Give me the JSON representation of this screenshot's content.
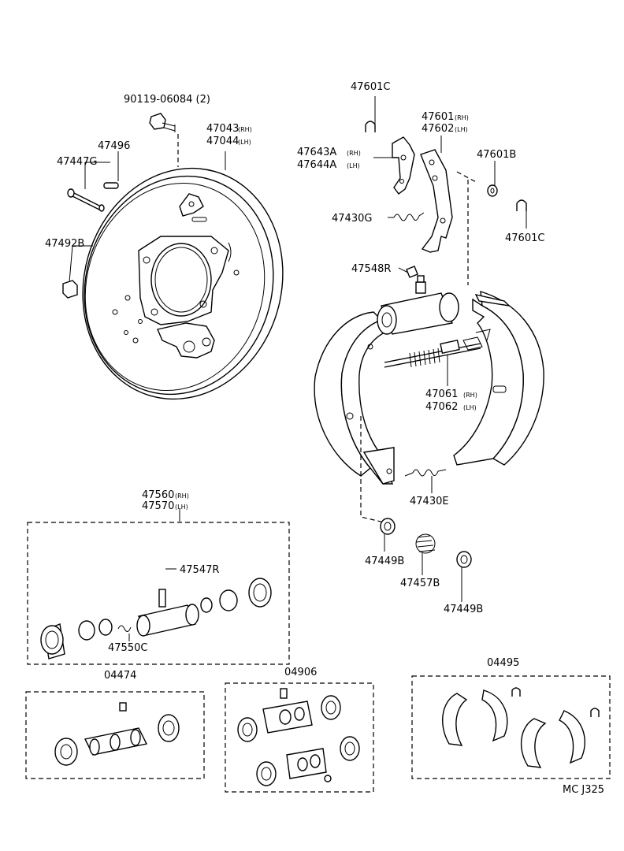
{
  "labels": {
    "bolt": "90119-06084 (2)",
    "backing_plate_main": "47043",
    "backing_plate_main_side": "(RH)",
    "backing_plate_alt": "47044",
    "backing_plate_alt_side": "(LH)",
    "pin_47496": "47496",
    "pin_47447g": "47447G",
    "plug_47492b": "47492B",
    "clip_top": "47601C",
    "lever_rh": "47601",
    "lever_rh_side": "(RH)",
    "lever_lh": "47602",
    "lever_lh_side": "(LH)",
    "strut_rh": "47643A",
    "strut_rh_side": "(RH)",
    "strut_lh": "47644A",
    "strut_lh_side": "(LH)",
    "washer_47601b": "47601B",
    "clip_right": "47601C",
    "spring_47430g": "47430G",
    "bleeder_47548r": "47548R",
    "adjuster_rh": "47061",
    "adjuster_rh_side": "(RH)",
    "adjuster_lh": "47062",
    "adjuster_lh_side": "(LH)",
    "spring_47430e": "47430E",
    "cup_left": "47449B",
    "spring_47457b": "47457B",
    "cup_right": "47449B",
    "cyl_rh": "47560",
    "cyl_rh_side": "(RH)",
    "cyl_lh": "47570",
    "cyl_lh_side": "(LH)",
    "bleeder_47547r": "47547R",
    "spring_47550c": "47550C",
    "kit_04474": "04474",
    "kit_04906": "04906",
    "kit_04495": "04495",
    "code": "MC J325"
  }
}
